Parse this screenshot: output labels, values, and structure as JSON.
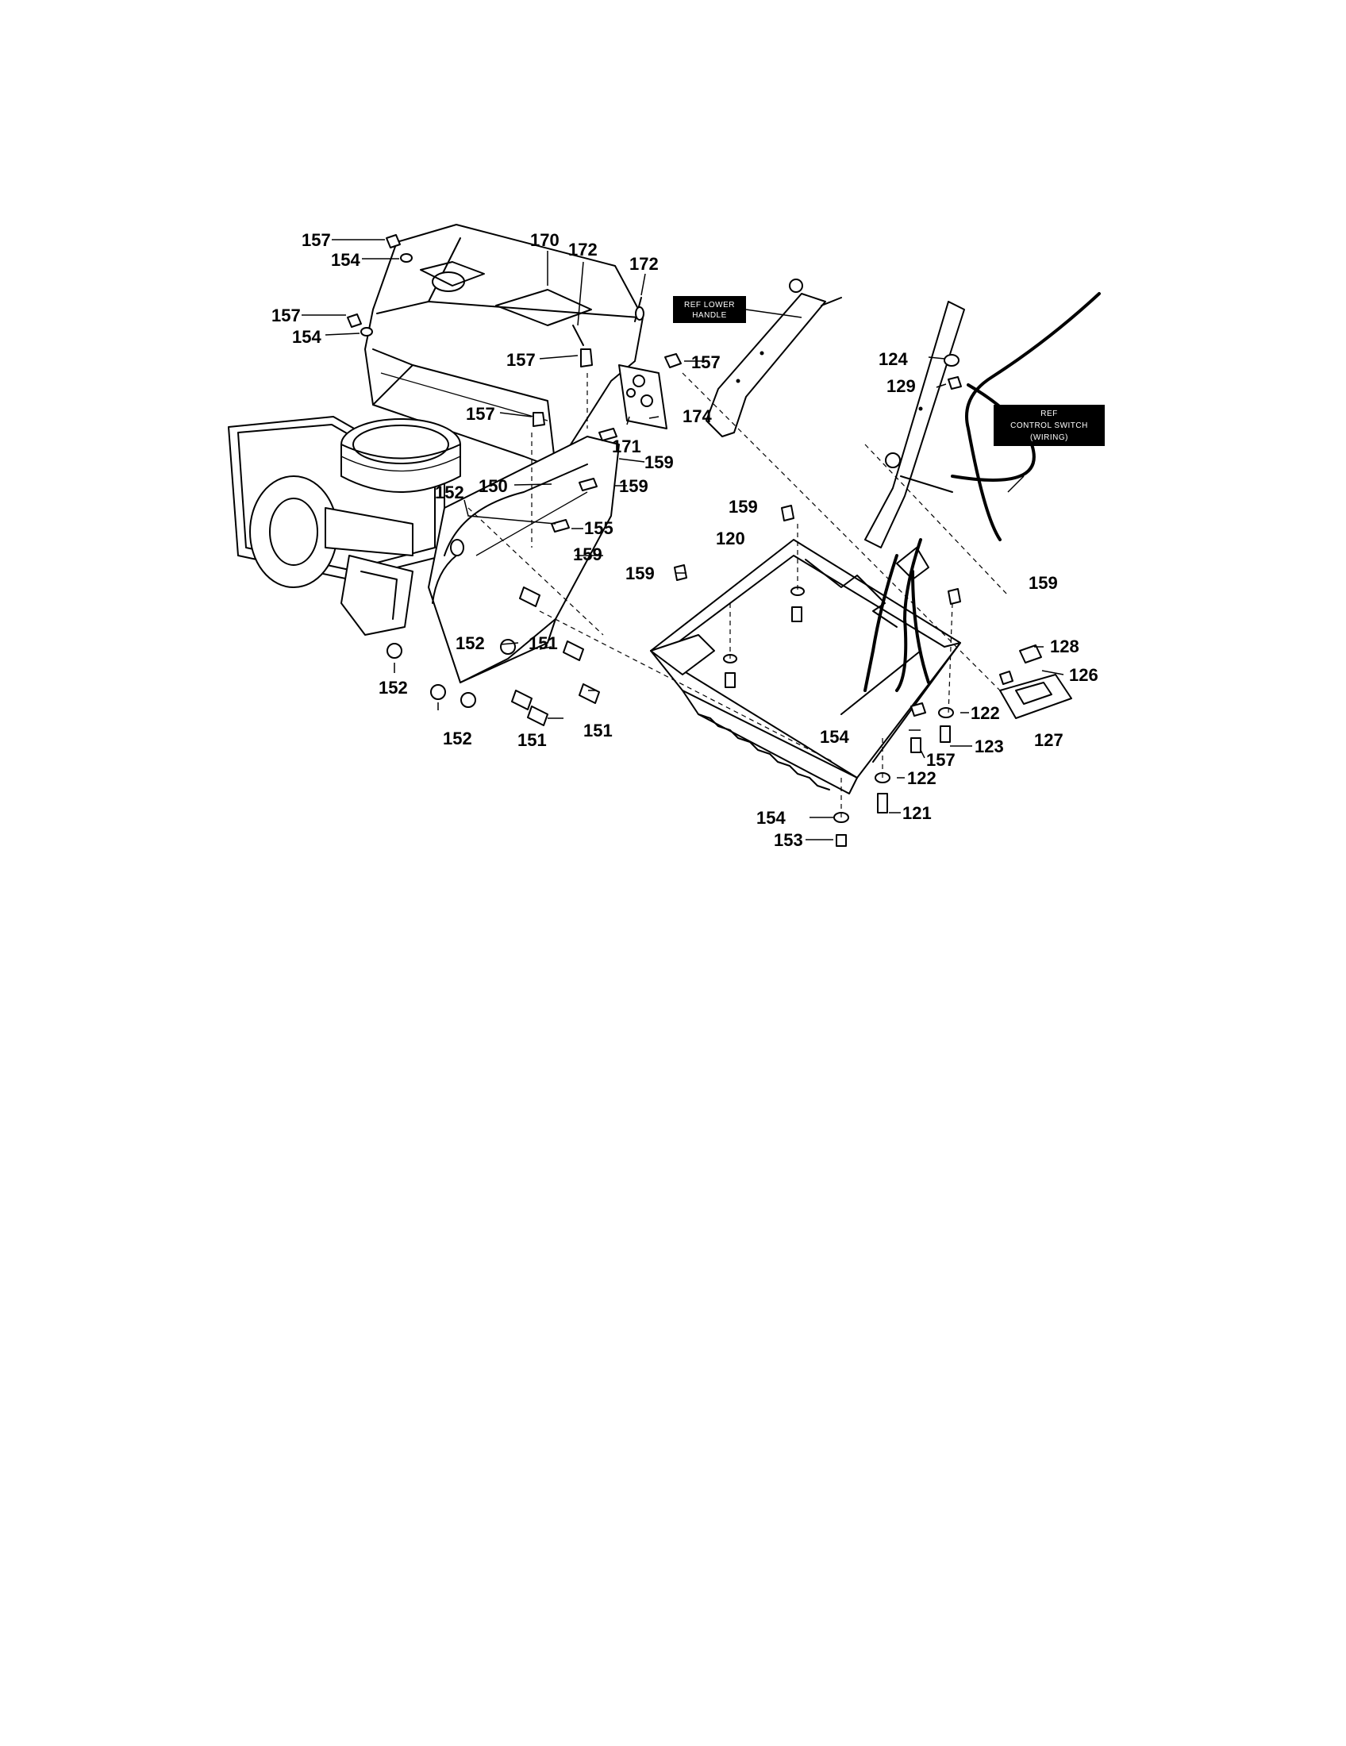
{
  "diagram": {
    "labels": {
      "l157a": "157",
      "l154a": "154",
      "l157b": "157",
      "l154b": "154",
      "l170": "170",
      "l172a": "172",
      "l172b": "172",
      "l157c": "157",
      "l157d": "157",
      "l157e": "157",
      "l174": "174",
      "l171": "171",
      "l159a": "159",
      "l150": "150",
      "l159b": "159",
      "l152a": "152",
      "l155": "155",
      "l159c": "159",
      "l159d": "159",
      "l120": "120",
      "l159e": "159",
      "l159f": "159",
      "l124": "124",
      "l129": "129",
      "l152b": "152",
      "l151a": "151",
      "l152c": "152",
      "l152d": "152",
      "l151b": "151",
      "l151c": "151",
      "l128": "128",
      "l126": "126",
      "l122a": "122",
      "l127": "127",
      "l154c": "154",
      "l123": "123",
      "l157f": "157",
      "l122b": "122",
      "l154d": "154",
      "l121": "121",
      "l153": "153"
    },
    "callouts": {
      "lower_handle_line1": "REF LOWER",
      "lower_handle_line2": "HANDLE",
      "control_switch_line1": "REF",
      "control_switch_line2": "CONTROL SWITCH",
      "control_switch_line3": "(WIRING)"
    }
  }
}
